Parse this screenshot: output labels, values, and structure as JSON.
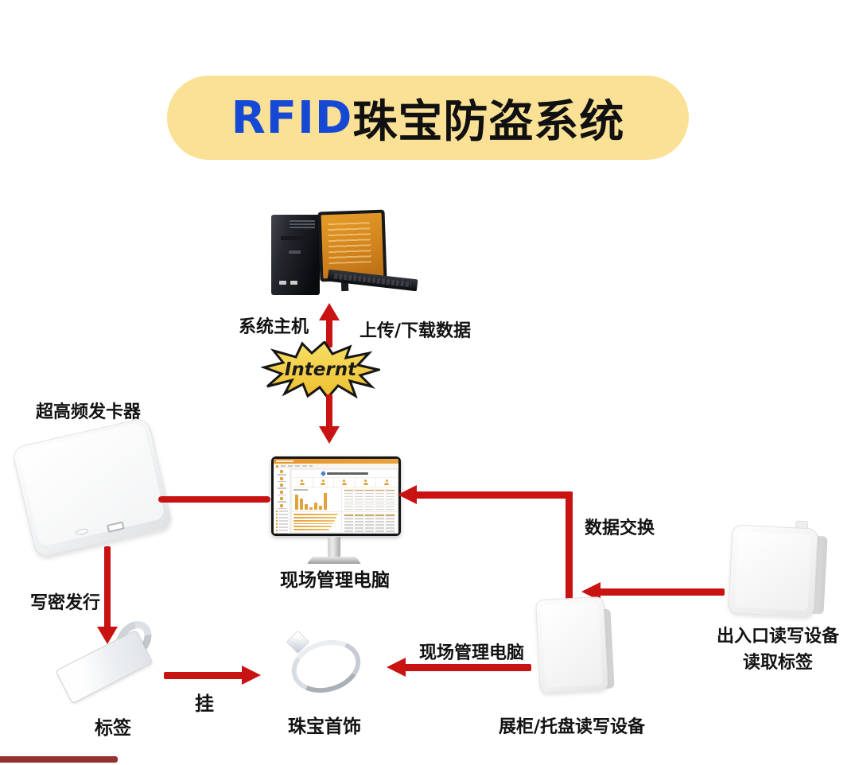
{
  "title": {
    "highlight": "RFID",
    "rest": "珠宝防盗系统"
  },
  "labels": {
    "system_host": "系统主机",
    "upload_download": "上传/下载数据",
    "internet": "Internt",
    "uhf_issuer": "超高频发卡器",
    "site_computer": "现场管理电脑",
    "write_issue": "写密发行",
    "tag": "标签",
    "hang": "挂",
    "jewelry": "珠宝首饰",
    "arrow_site_computer": "现场管理电脑",
    "data_exchange": "数据交换",
    "showcase_reader": "展柜/托盘读写设备",
    "gate_reader_line1": "出入口读写设备",
    "gate_reader_line2": "读取标签"
  },
  "colors": {
    "banner_bg": "#FAE195",
    "title_blue": "#1648D6",
    "arrow_red": "#C91313",
    "starburst_gold": "#F2CF3D",
    "dashboard_orange": "#E2A23C"
  },
  "dashboard": {
    "bars": [
      0.85,
      0.62,
      0.3,
      0.14,
      0.4,
      0.22,
      0.95
    ],
    "hbars": [
      0.97,
      0.93,
      0.9,
      0.86,
      0.82,
      0.77
    ],
    "sidebar_icons": 6,
    "sidebar_rows": 8,
    "icon_cells": 5,
    "table_rows": 6,
    "table2_rows": 5
  }
}
